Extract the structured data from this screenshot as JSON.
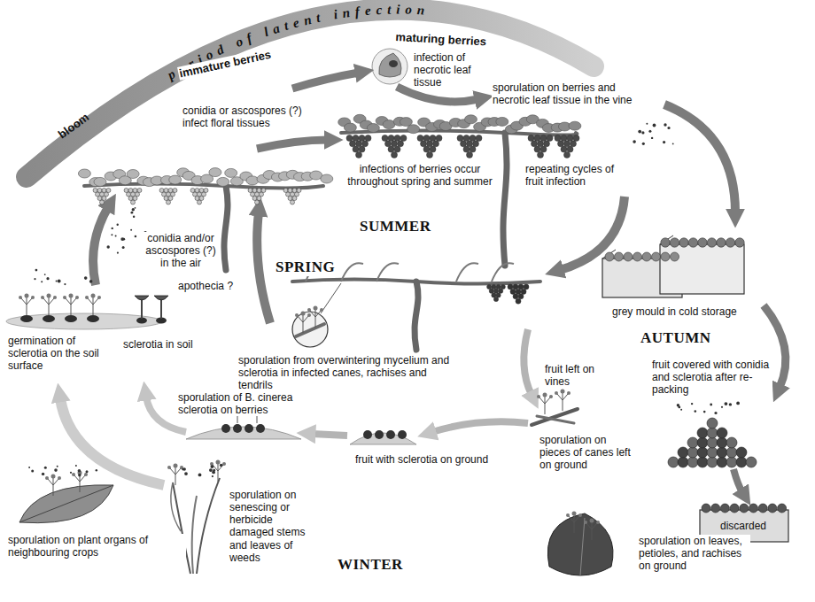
{
  "diagram": {
    "labels": [
      "period of latent infection",
      "bloom",
      "immature berries",
      "maturing berries",
      "infection of necrotic leaf tissue",
      "sporulation on berries and necrotic leaf tissue in the vine",
      "conidia or ascospores (?) infect floral tissues",
      "infections of berries occur throughout spring and summer",
      "repeating cycles of fruit infection",
      "SUMMER",
      "SPRING",
      "conidia and/or ascospores (?) in the air",
      "apothecia ?",
      "grey mould in cold storage",
      "AUTUMN",
      "germination of sclerotia on the soil surface",
      "sclerotia in soil",
      "sporulation from overwintering mycelium and sclerotia in infected canes, rachises and tendrils",
      "fruit left on vines",
      "fruit covered with conidia and sclerotia after re-packing",
      "sporulation of B. cinerea sclerotia on berries",
      "sporulation on pieces of canes left on ground",
      "fruit with sclerotia on ground",
      "discarded",
      "sporulation on plant organs of neighbouring crops",
      "sporulation on senescing or herbicide damaged stems and leaves of weeds",
      "WINTER",
      "sporulation on leaves, petioles, and rachises on ground"
    ]
  }
}
